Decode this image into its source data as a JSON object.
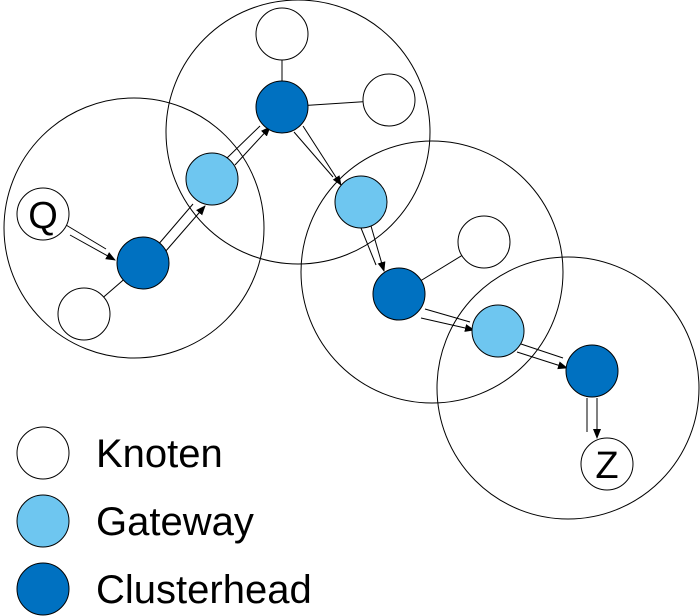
{
  "colors": {
    "knoten": "#ffffff",
    "gateway": "#6ec6f0",
    "clusterhead": "#0071c1",
    "stroke": "#000000"
  },
  "nodes": {
    "source_label": "Q",
    "target_label": "Z"
  },
  "legend": [
    {
      "label": "Knoten",
      "type": "knoten"
    },
    {
      "label": "Gateway",
      "type": "gateway"
    },
    {
      "label": "Clusterhead",
      "type": "clusterhead"
    }
  ]
}
